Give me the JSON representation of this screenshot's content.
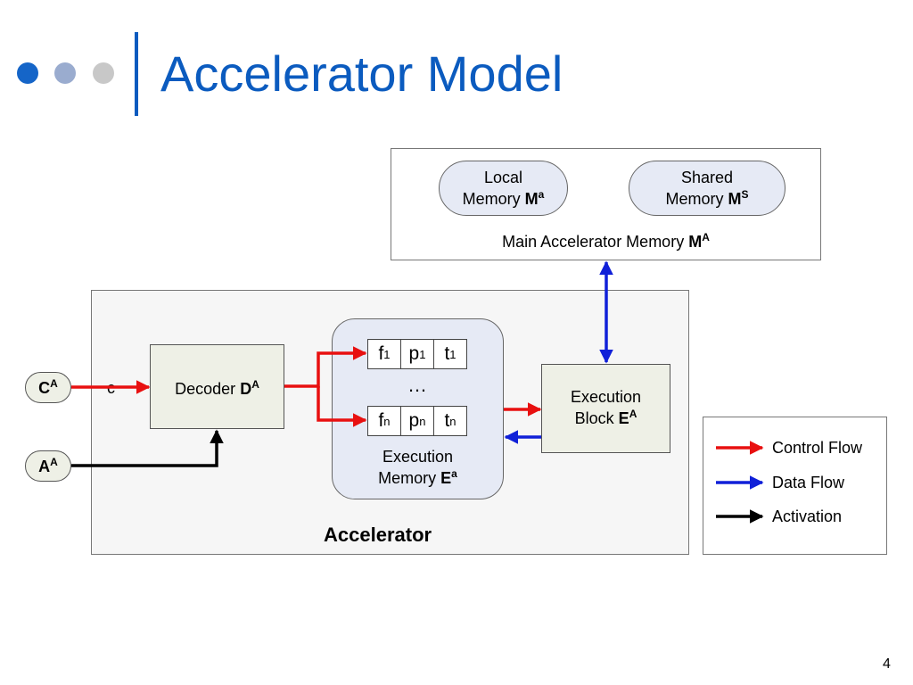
{
  "slide": {
    "title": "Accelerator Model",
    "page_number": "4",
    "colors": {
      "title_blue": "#0b5bbf",
      "dot1": "#1565c8",
      "dot2": "#9aaccf",
      "dot3": "#c8c8c8"
    }
  },
  "main_memory": {
    "label": "Main Accelerator Memory ",
    "symbol": "M",
    "sup": "A",
    "local": {
      "line1": "Local",
      "line2": "Memory ",
      "symbol": "M",
      "sup": "a"
    },
    "shared": {
      "line1": "Shared",
      "line2": "Memory ",
      "symbol": "M",
      "sup": "S"
    }
  },
  "accelerator": {
    "label": "Accelerator",
    "decoder": {
      "label": "Decoder ",
      "symbol": "D",
      "sup": "A"
    },
    "execution_memory": {
      "line1": "Execution",
      "line2": "Memory ",
      "symbol": "E",
      "sup": "a",
      "ellipsis": "…",
      "row1": [
        {
          "base": "f",
          "sub": "1"
        },
        {
          "base": "p",
          "sub": "1"
        },
        {
          "base": "t",
          "sub": "1"
        }
      ],
      "row2": [
        {
          "base": "f",
          "sub": "n"
        },
        {
          "base": "p",
          "sub": "n"
        },
        {
          "base": "t",
          "sub": "n"
        }
      ]
    },
    "execution_block": {
      "line1": "Execution",
      "line2": "Block ",
      "symbol": "E",
      "sup": "A"
    }
  },
  "inputs": {
    "control": {
      "symbol": "C",
      "sup": "A",
      "edge_label": "c"
    },
    "activation": {
      "symbol": "A",
      "sup": "A"
    }
  },
  "legend": {
    "items": [
      {
        "label": "Control Flow",
        "color": "#e81010"
      },
      {
        "label": "Data Flow",
        "color": "#1020d8"
      },
      {
        "label": "Activation",
        "color": "#000000"
      }
    ]
  }
}
